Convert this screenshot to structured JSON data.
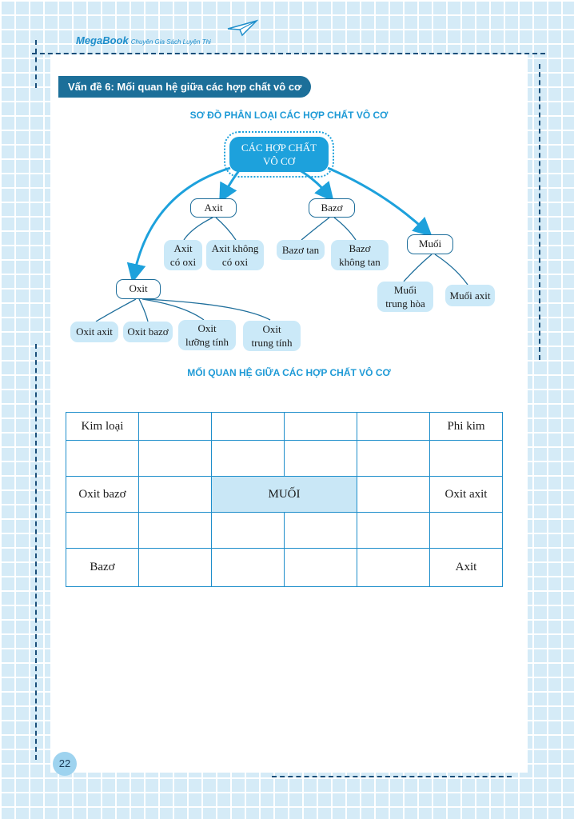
{
  "brand": {
    "logo": "MegaBook",
    "tagline": "Chuyên Gia Sách Luyện Thi"
  },
  "section": {
    "title": "Vấn đề 6: Mối quan hệ giữa các hợp chất vô cơ"
  },
  "diagram": {
    "title": "SƠ ĐỒ PHÂN LOẠI CÁC HỢP CHẤT VÔ CƠ",
    "root": {
      "line1": "CÁC HỢP CHẤT",
      "line2": "VÔ CƠ"
    },
    "acid": {
      "label": "Axit",
      "children": [
        [
          "Axit",
          "có oxi"
        ],
        [
          "Axit không",
          "có oxi"
        ]
      ]
    },
    "base": {
      "label": "Bazơ",
      "children": [
        [
          "Bazơ tan",
          ""
        ],
        [
          "Bazơ",
          "không tan"
        ]
      ]
    },
    "salt": {
      "label": "Muối",
      "children": [
        [
          "Muối",
          "trung hòa"
        ],
        [
          "Muối axit",
          ""
        ]
      ]
    },
    "oxide": {
      "label": "Oxit",
      "children": [
        [
          "Oxit axit",
          ""
        ],
        [
          "Oxit bazơ",
          ""
        ],
        [
          "Oxit",
          "lưỡng tính"
        ],
        [
          "Oxit",
          "trung tính"
        ]
      ]
    }
  },
  "relation": {
    "title": "MỐI QUAN HỆ GIỮA CÁC HỢP CHẤT VÔ CƠ",
    "cells": {
      "metal": "Kim loại",
      "nonmetal": "Phi kim",
      "basic_oxide": "Oxit bazơ",
      "salt": "MUỐI",
      "acidic_oxide": "Oxit axit",
      "base": "Bazơ",
      "acid": "Axit"
    }
  },
  "page": {
    "number": "22"
  },
  "colors": {
    "accent": "#1da1dc",
    "dark": "#1c6f99",
    "light": "#cbe9f8"
  }
}
